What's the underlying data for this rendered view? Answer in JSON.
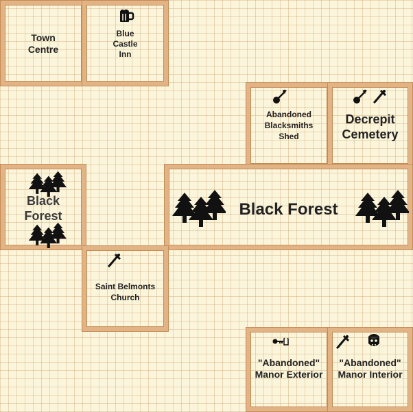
{
  "map": {
    "rooms": [
      {
        "id": "town-centre",
        "label": "Town\nCentre"
      },
      {
        "id": "blue-castle-inn",
        "label": "Blue\nCastle\nInn"
      },
      {
        "id": "abandoned-blacksmiths-shed",
        "label": "Abandoned\nBlacksmiths\nShed"
      },
      {
        "id": "decrepit-cemetery",
        "label": "Decrepit\nCemetery"
      },
      {
        "id": "black-forest-west",
        "label": "Black\nForest"
      },
      {
        "id": "black-forest-east",
        "label": "Black Forest"
      },
      {
        "id": "saint-belmonts-church",
        "label": "Saint Belmonts\nChurch"
      },
      {
        "id": "manor-exterior",
        "label": "\"Abandoned\"\nManor Exterior"
      },
      {
        "id": "manor-interior",
        "label": "\"Abandoned\"\nManor Interior"
      }
    ],
    "icons": {
      "tavern": "beer-mug-icon",
      "item": "torch-icon",
      "weapon": "sword-icon",
      "key": "key-icon",
      "monster": "vampire-icon",
      "forest": "pine-trees-icon"
    }
  }
}
